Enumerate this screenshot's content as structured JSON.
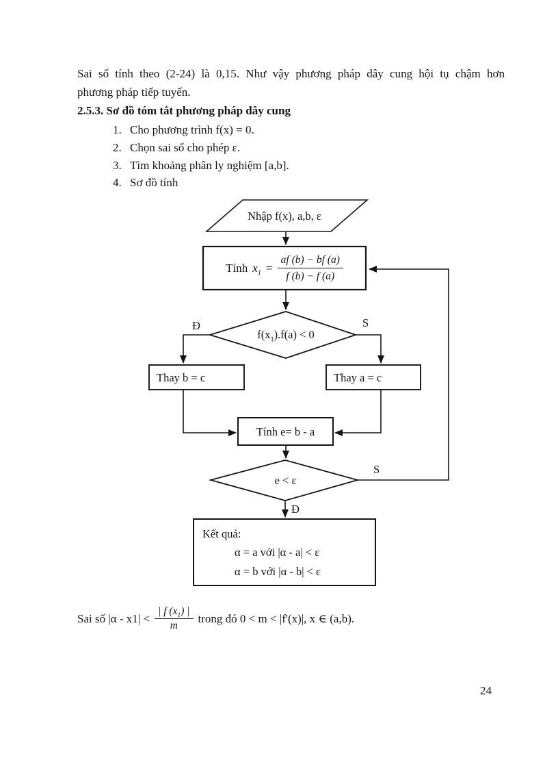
{
  "colors": {
    "ink": "#151515",
    "paper": "#ffffff"
  },
  "text": {
    "paragraph_lines": [
      "Sai số tính theo (2-24) là 0,15. Như vậy phương pháp dây cung hội tụ chậm hơn",
      "phương pháp tiếp tuyến."
    ],
    "heading": "2.5.3. Sơ đồ tóm tắt phương pháp dây cung",
    "steps": [
      {
        "num": "1.",
        "text": "Cho phương trình f(x) = 0."
      },
      {
        "num": "2.",
        "text": "Chọn sai số cho phép ε."
      },
      {
        "num": "3.",
        "text": "Tìm khoảng phân ly nghiệm [a,b]."
      },
      {
        "num": "4.",
        "text": "Sơ đồ tính"
      }
    ]
  },
  "flowchart": {
    "start": "Nhập f(x), a,b, ε",
    "compute": {
      "prefix": "Tính",
      "var": "x",
      "var_sub": "1",
      "eq": "=",
      "numerator": "af (b) − bf (a)",
      "denominator": "f (b) − f (a)"
    },
    "decision1": {
      "pre": "f(x",
      "sub": "1",
      "post": ").f(a) < 0",
      "left_label": "Đ",
      "right_label": "S"
    },
    "replace_b": "Thay b = c",
    "replace_a": "Thay a = c",
    "compute_e": "Tính e= b - a",
    "decision2": {
      "text": "e < ε",
      "right_label": "S",
      "down_label": "Đ"
    },
    "result": {
      "title": "Kết quả:",
      "line1": "α = a với |α - a| < ε",
      "line2": "α = b với |α - b| < ε"
    }
  },
  "error_note": {
    "pre": "Sai số  |α - x1| <",
    "num_pre": "| f (x",
    "num_sub": "1",
    "num_post": ") |",
    "den": "m",
    "post": "trong đó 0 < m < |f'(x)|, x ∈ (a,b)."
  },
  "page_number": "24"
}
